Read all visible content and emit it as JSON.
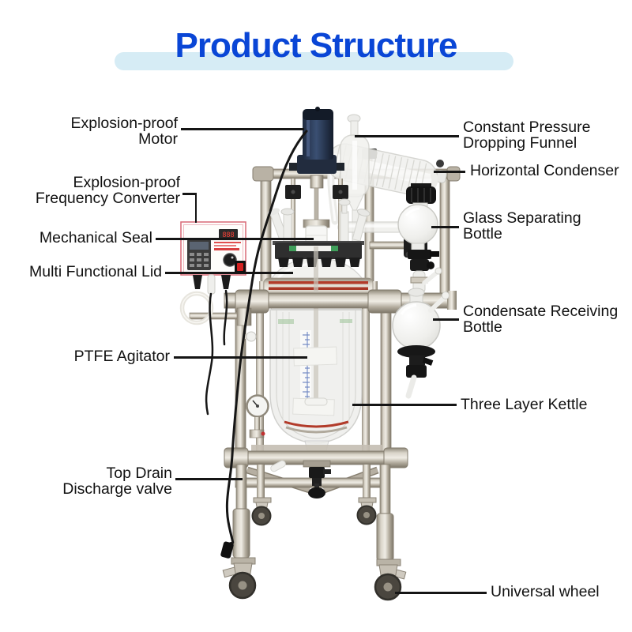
{
  "title": {
    "text": "Product Structure"
  },
  "colors": {
    "title_blue": "#0a46d6",
    "band_blue": "#d6ecf5",
    "leader_black": "#151515",
    "motor_navy": "#2c3c59",
    "flange_red": "#b23b2a",
    "steel": "#b6afa2"
  },
  "labels": {
    "left": [
      {
        "lines": [
          "Explosion-proof",
          "Motor"
        ]
      },
      {
        "lines": [
          "Explosion-proof",
          "Frequency Converter"
        ]
      },
      {
        "lines": [
          "Mechanical Seal"
        ]
      },
      {
        "lines": [
          "Multi Functional Lid"
        ]
      },
      {
        "lines": [
          "PTFE Agitator"
        ]
      },
      {
        "lines": [
          "Top Drain",
          "Discharge valve"
        ]
      }
    ],
    "right": [
      {
        "lines": [
          "Constant Pressure",
          "Dropping Funnel"
        ]
      },
      {
        "lines": [
          "Horizontal Condenser"
        ]
      },
      {
        "lines": [
          "Glass Separating",
          "Bottle"
        ]
      },
      {
        "lines": [
          "Condensate Receiving",
          "Bottle"
        ]
      },
      {
        "lines": [
          "Three Layer Kettle"
        ]
      },
      {
        "lines": [
          "Universal wheel"
        ]
      }
    ]
  },
  "converter": {
    "display_digits": "888"
  }
}
